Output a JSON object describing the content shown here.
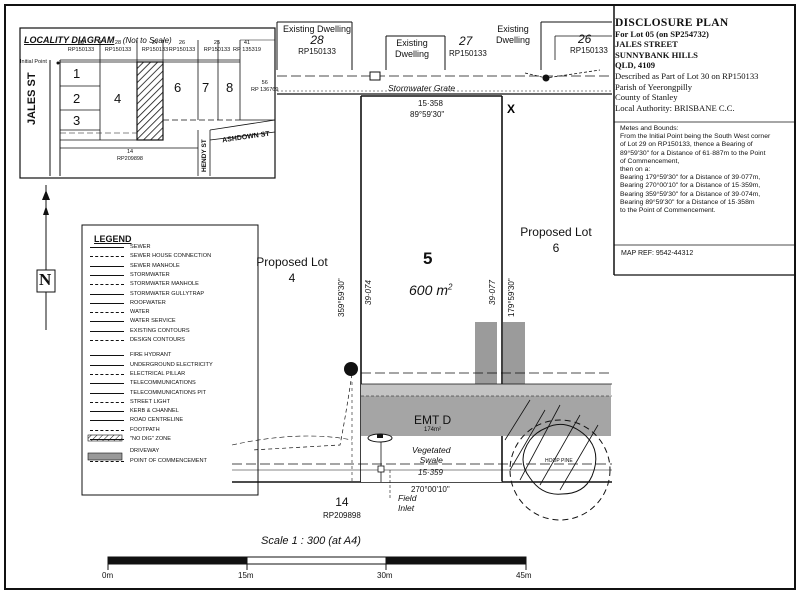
{
  "title_block": {
    "heading": "DISCLOSURE PLAN",
    "lot_prefix": "For Lot ",
    "lot_number": "05",
    "lot_plan": " (on SP254732)",
    "street": "JALES STREET",
    "suburb": "SUNNYBANK HILLS",
    "state_pc": "QLD, 4109",
    "described": "Described as Part of Lot 30 on RP150133",
    "parish": "Parish of Yeerongpilly",
    "county": "County of Stanley",
    "authority": "Local Authority: BRISBANE C.C."
  },
  "metes": {
    "heading": "Metes and Bounds:",
    "lines": [
      "From the Initial Point being the South West corner",
      "of Lot 29 on RP150133, thence a Bearing of",
      "89°59'30\" for a Distance of 61·887m to the Point",
      "of Commencement,",
      "then on a:",
      "Bearing 179°59'30\" for a Distance of 39·077m,",
      "Bearing 270°00'10\" for a Distance of 15·359m,",
      "Bearing 359°59'30\" for a Distance of 39·074m,",
      "Bearing 89°59'30\" for a Distance of 15·358m",
      "to the Point of Commencement."
    ]
  },
  "map_ref": "MAP REF: 9542-44312",
  "locality": {
    "title": "LOCALITY DIAGRAM",
    "note": "(Not to Scale)",
    "street": "JALES ST",
    "hendy": "HENDY ST",
    "ashdown": "ASHDOWN ST",
    "initial_point": "Initial Point",
    "top_lots": [
      {
        "num": "29",
        "plan": "RP150133"
      },
      {
        "num": "28",
        "plan": "RP150133"
      },
      {
        "num": "27",
        "plan": "RP150133"
      },
      {
        "num": "26",
        "plan": "RP150133"
      },
      {
        "num": "25",
        "plan": "RP150133"
      },
      {
        "num": "41",
        "plan": "RP 135319"
      }
    ],
    "lots": [
      "1",
      "2",
      "3",
      "4",
      "6",
      "7",
      "8"
    ],
    "right_lot": {
      "num": "56",
      "plan": "RP 136769"
    },
    "bottom_lot": {
      "num": "14",
      "plan": "RP209898"
    }
  },
  "legend": {
    "title": "LEGEND",
    "items": [
      "SEWER",
      "SEWER HOUSE CONNECTION",
      "SEWER MANHOLE",
      "STORMWATER",
      "STORMWATER MANHOLE",
      "STORMWATER GULLYTRAP",
      "ROOFWATER",
      "WATER",
      "WATER SERVICE",
      "EXISTING CONTOURS",
      "DESIGN CONTOURS",
      "FIRE HYDRANT",
      "UNDERGROUND ELECTRICITY",
      "ELECTRICAL PILLAR",
      "TELECOMMUNICATIONS",
      "TELECOMMUNICATIONS PIT",
      "STREET LIGHT",
      "KERB & CHANNEL",
      "ROAD CENTRELINE",
      "FOOTPATH",
      "\"NO DIG\" ZONE",
      "DRIVEWAY",
      "POINT OF COMMENCEMENT"
    ]
  },
  "plan": {
    "existing_left": {
      "label": "Existing Dwelling",
      "num": "28",
      "plan": "RP150133"
    },
    "existing_mid": {
      "label1": "Existing",
      "label2": "Dwelling",
      "num": "27",
      "plan": "RP150133"
    },
    "existing_right": {
      "label1": "Existing",
      "label2": "Dwelling",
      "num": "26",
      "plan": "RP150133"
    },
    "stormwater_grate": "Stormwater Grate",
    "top_dist": "15·358",
    "top_bearing": "89°59'30\"",
    "lot_number": "5",
    "area_value": "600",
    "area_unit": "m",
    "area_sup": "2",
    "proposed_left_1": "Proposed Lot",
    "proposed_left_2": "4",
    "proposed_right_1": "Proposed Lot",
    "proposed_right_2": "6",
    "left_bearing": "359°59'30\"",
    "left_dist": "39·074",
    "right_dist": "39·077",
    "right_bearing": "179°59'30\"",
    "emt": "EMT D",
    "emt_area": "174m²",
    "vegetated_1": "Vegetated",
    "vegetated_2": "Swale",
    "bottom_dist": "15·359",
    "bottom_bearing": "270°00'10\"",
    "field_inlet_1": "Field",
    "field_inlet_2": "Inlet",
    "bottom_lot": "14",
    "bottom_plan": "RP209898",
    "tree_label": "HOOP PINE"
  },
  "scale": {
    "title": "Scale 1 : 300 (at A4)",
    "ticks": [
      "0m",
      "15m",
      "30m",
      "45m"
    ]
  }
}
